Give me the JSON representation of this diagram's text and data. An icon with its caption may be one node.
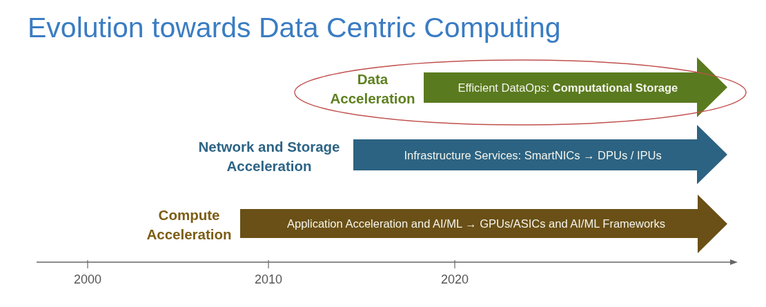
{
  "diagram": {
    "title": "Evolution towards Data Centric Computing",
    "nodes": [
      {
        "text": [
          "Data Acceleration",
          "Efficient DataOps: **Computational Storage**"
        ]
      },
      {
        "text": [
          "Network and Storage Acceleration",
          "Infrastructure Services: SmartNICs → DPUs / IPUs"
        ]
      },
      {
        "text": [
          "Compute Acceleration",
          "Application Acceleration and AI/ML → GPUs/ASICs and AI/ML Frameworks"
        ]
      }
    ],
    "labels": [
      "2000",
      "2010",
      "2020"
    ]
  }
}
